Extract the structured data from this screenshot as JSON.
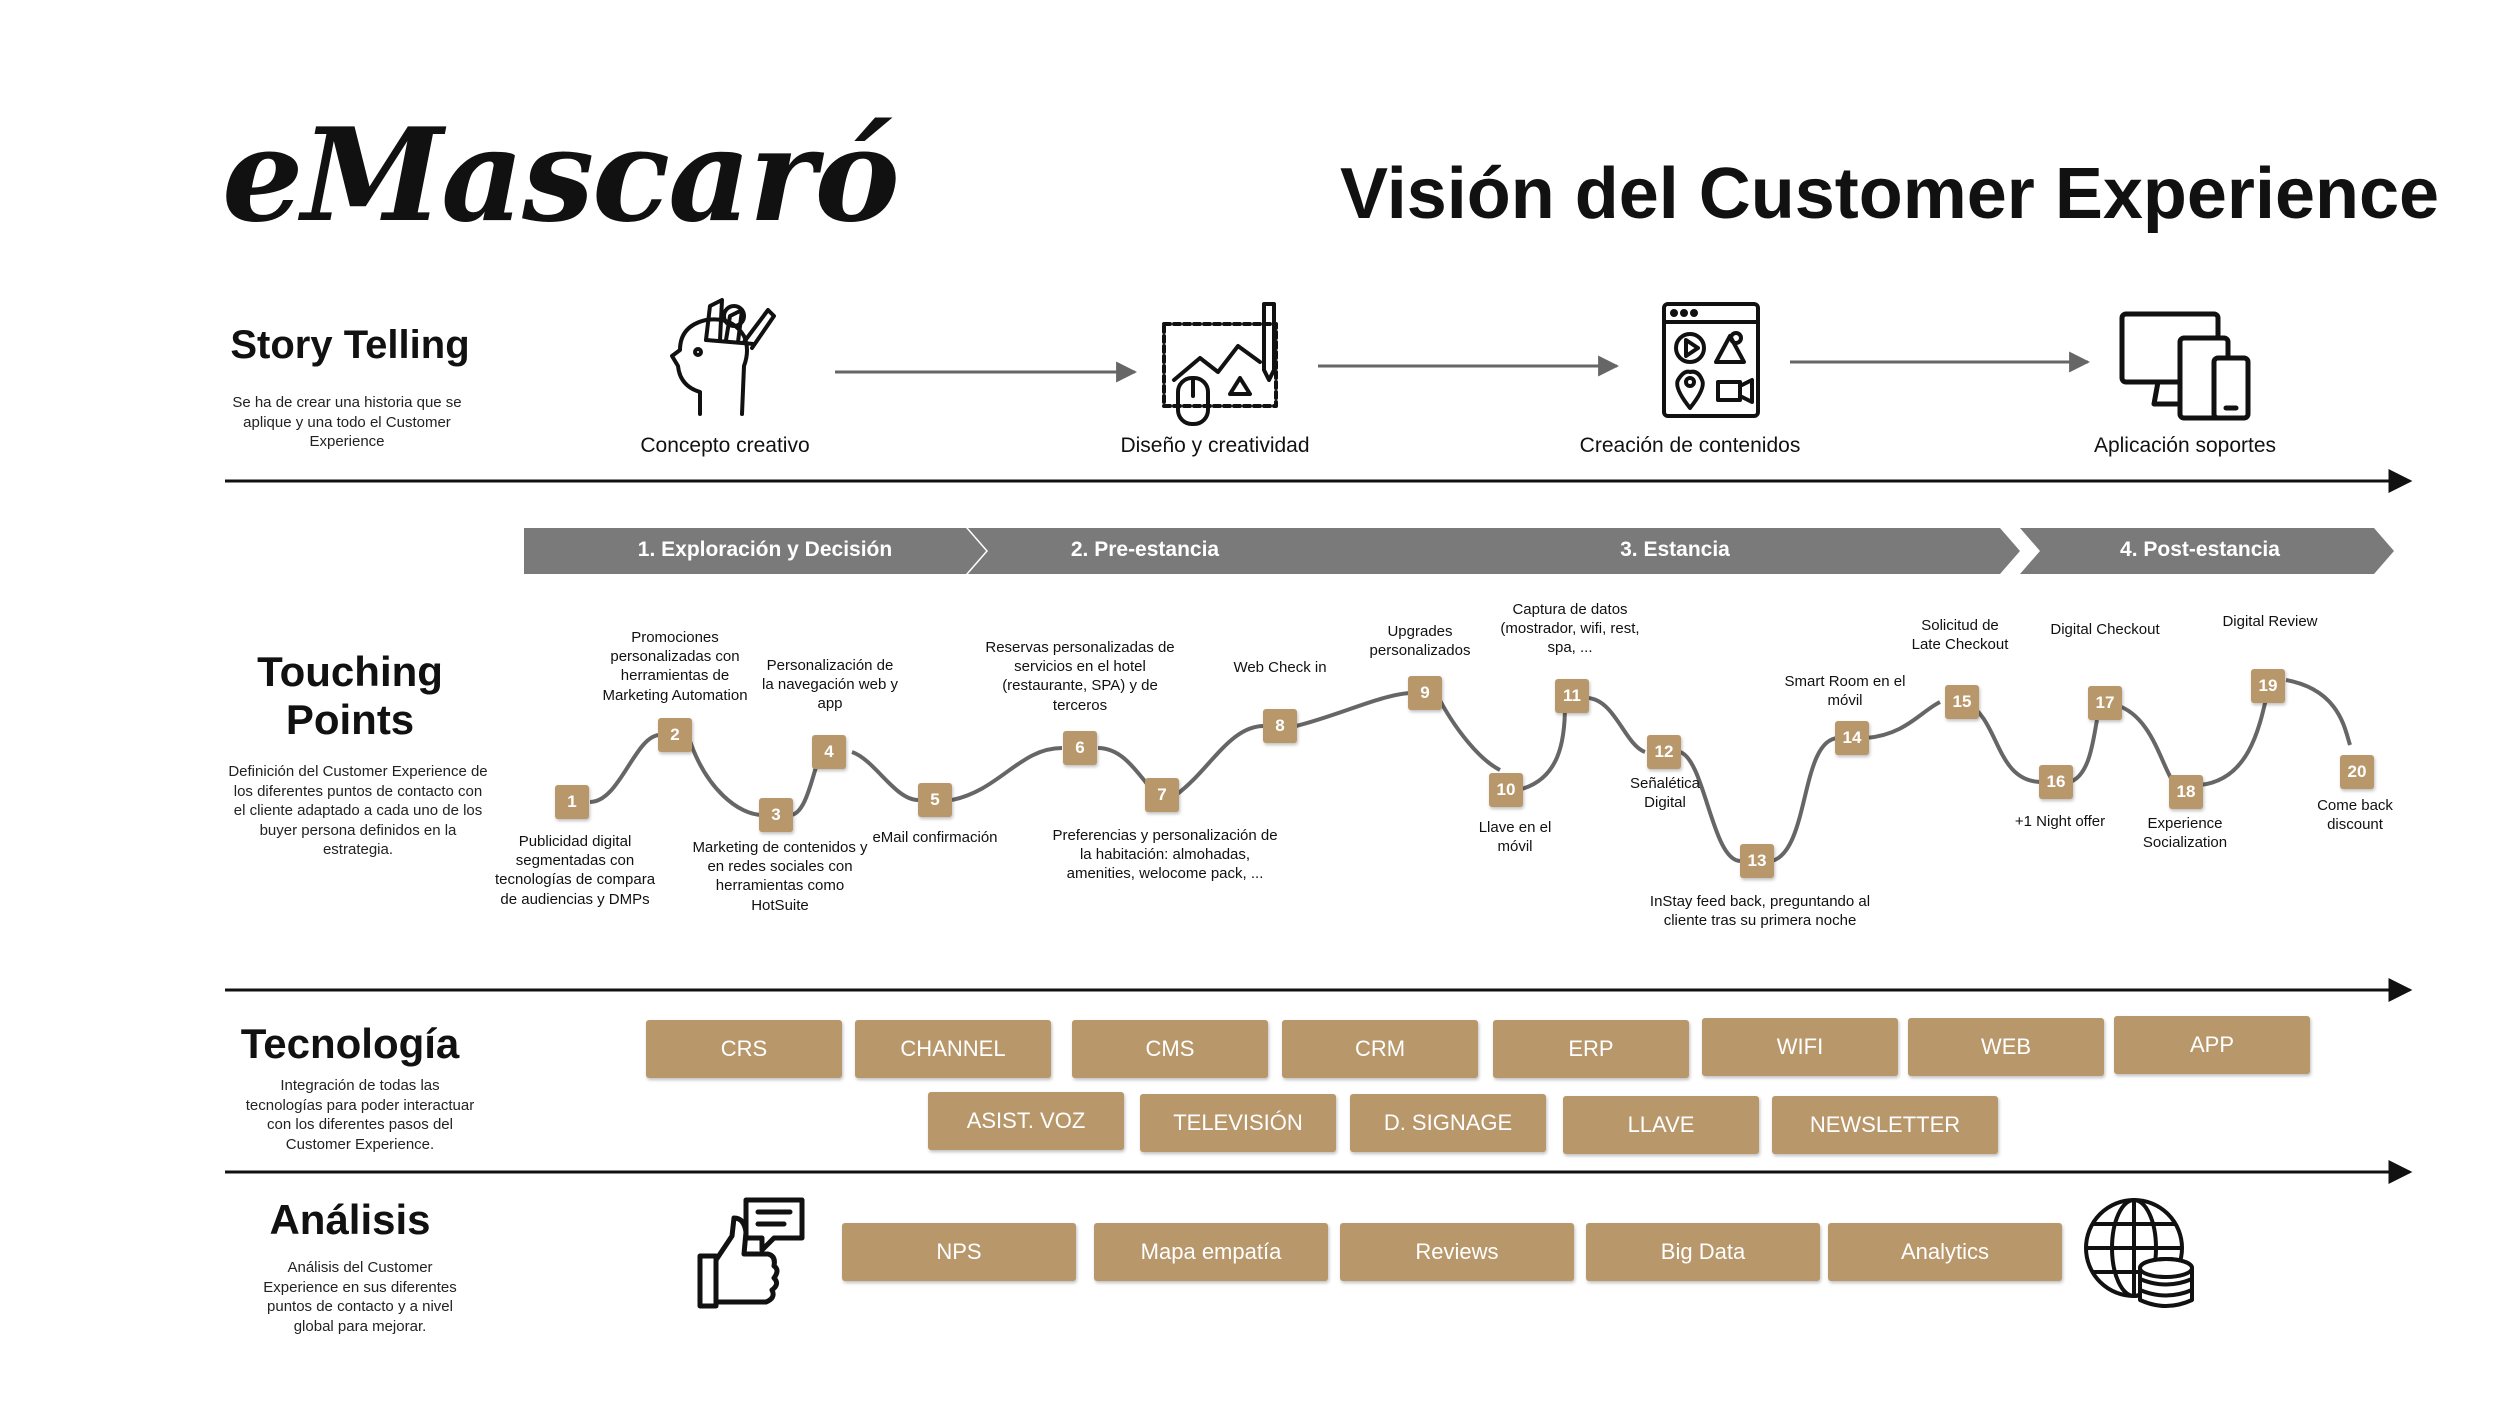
{
  "header": {
    "logo": "eMascaró",
    "title": "Visión del Customer Experience"
  },
  "story": {
    "title": "Story Telling",
    "desc": "Se ha de crear una historia que se aplique y una todo el Customer Experience",
    "stages": [
      {
        "label": "Concepto creativo",
        "icon": "creative-head-icon"
      },
      {
        "label": "Diseño y creatividad",
        "icon": "design-tablet-icon"
      },
      {
        "label": "Creación de contenidos",
        "icon": "content-media-icon"
      },
      {
        "label": "Aplicación soportes",
        "icon": "devices-icon"
      }
    ]
  },
  "phases": [
    "1. Exploración y Decisión",
    "2. Pre-estancia",
    "3. Estancia",
    "4. Post-estancia"
  ],
  "touching": {
    "title": "Touching Points",
    "desc": "Definición del Customer Experience de los diferentes puntos de contacto con el cliente adaptado a cada uno de los buyer persona definidos en la estrategia.",
    "points": [
      {
        "n": "1",
        "label": "Publicidad digital segmentadas con tecnologías de compara de audiencias y DMPs"
      },
      {
        "n": "2",
        "label": "Promociones personalizadas con herramientas de Marketing Automation"
      },
      {
        "n": "3",
        "label": "Marketing de contenidos y en redes sociales con herramientas como HotSuite"
      },
      {
        "n": "4",
        "label": "Personalización de la navegación web y app"
      },
      {
        "n": "5",
        "label": "eMail confirmación"
      },
      {
        "n": "6",
        "label": "Reservas personalizadas de servicios en el hotel (restaurante, SPA) y de terceros"
      },
      {
        "n": "7",
        "label": "Preferencias y personalización de la habitación: almohadas, amenities, welocome pack, ..."
      },
      {
        "n": "8",
        "label": "Web Check in"
      },
      {
        "n": "9",
        "label": "Upgrades personalizados"
      },
      {
        "n": "10",
        "label": "Llave en el móvil"
      },
      {
        "n": "11",
        "label": "Captura de datos (mostrador, wifi, rest, spa, ..."
      },
      {
        "n": "12",
        "label": "Señalética Digital"
      },
      {
        "n": "13",
        "label": "InStay feed back, preguntando al cliente tras su primera noche"
      },
      {
        "n": "14",
        "label": "Smart Room en el móvil"
      },
      {
        "n": "15",
        "label": "Solicitud de Late Checkout"
      },
      {
        "n": "16",
        "label": "+1 Night offer"
      },
      {
        "n": "17",
        "label": "Digital Checkout"
      },
      {
        "n": "18",
        "label": "Experience Socialization"
      },
      {
        "n": "19",
        "label": "Digital Review"
      },
      {
        "n": "20",
        "label": "Come back discount"
      }
    ]
  },
  "tech": {
    "title": "Tecnología",
    "desc": "Integración de todas las tecnologías para poder interactuar con los diferentes pasos del Customer Experience.",
    "row1": [
      "CRS",
      "CHANNEL",
      "CMS",
      "CRM",
      "ERP",
      "WIFI",
      "WEB",
      "APP"
    ],
    "row2": [
      "ASIST. VOZ",
      "TELEVISIÓN",
      "D. SIGNAGE",
      "LLAVE",
      "NEWSLETTER"
    ]
  },
  "analysis": {
    "title": "Análisis",
    "desc": "Análisis del Customer Experience en sus diferentes puntos de contacto y a nivel global para mejorar.",
    "items": [
      "NPS",
      "Mapa empatía",
      "Reviews",
      "Big Data",
      "Analytics"
    ],
    "icons": [
      "feedback-thumb-icon",
      "globe-database-icon"
    ]
  },
  "colors": {
    "accent": "#b8976b",
    "phase": "#7a7a7a",
    "line": "#111111",
    "path": "#666666"
  }
}
